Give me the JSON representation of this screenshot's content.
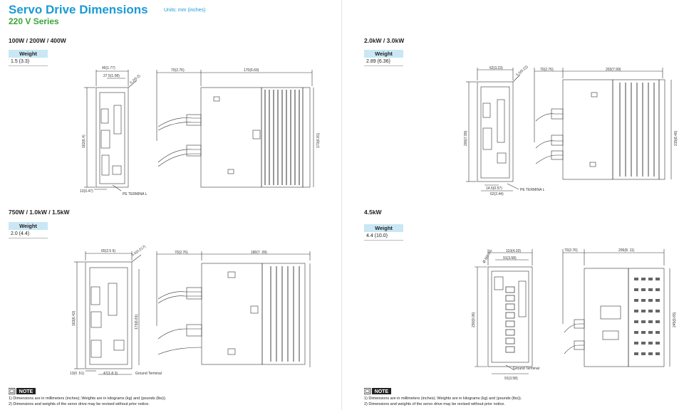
{
  "header": {
    "title": "Servo Drive Dimensions",
    "units": "Units: mm (inches)",
    "series": "220 V Series"
  },
  "weight_label": "Weight",
  "sections": [
    {
      "heading": "100W / 200W / 400W",
      "weight": "1.5 (3.3)",
      "front_dims": {
        "width": "45(1.77)",
        "inner": "27.5(1.08)",
        "hole": "5.2(0.2)",
        "height": "162(6.4)",
        "bottom": "12(0.47)"
      },
      "side_dims": {
        "offset": "70(2.76)",
        "depth": "170(6.69)",
        "height": "173(6.81)"
      },
      "callout": "PE TERMINA L"
    },
    {
      "heading": "2.0kW / 3.0kW",
      "weight": "2.89 (6.36)",
      "front_dims": {
        "width": "62(3.23)",
        "hole": "5.5(0.22)",
        "height": "200(7.99)",
        "inner_a": "14.5(0.57)",
        "inner_b": "62(2.44)"
      },
      "side_dims": {
        "offset": "70(2.76)",
        "depth": "203(7.99)",
        "height": "215(8.46)"
      },
      "callout": "PE TERMINA L"
    },
    {
      "heading": "750W / 1.0kW / 1.5kW",
      "weight": "2.0 (4.4)",
      "front_dims": {
        "width": "65(2.5 6)",
        "hole": "5.5(0.217)",
        "height": "163(6.42)",
        "inner_h": "173(6.81)",
        "bottom": "13(0 .51)",
        "inner_b": "47(1.8 3)"
      },
      "side_dims": {
        "offset": "70(2.76)",
        "depth": "180(7 .09)"
      },
      "callout": "Ground Terminal"
    },
    {
      "heading": "4.5kW",
      "weight": "4.4 (10.0)",
      "front_dims": {
        "width": "110(4.33)",
        "inner": "91(3.58)",
        "hole": "Ø 6(0.24)",
        "height": "230(9.06)",
        "bottom": "91(3.58)"
      },
      "side_dims": {
        "offset": "70(2.76)",
        "depth": "206(8. 11)",
        "height": "245(9.65)"
      },
      "callout": "Ground  Terminal"
    }
  ],
  "note": {
    "label": "NOTE",
    "lines": [
      "1) Dimensions are in millimeters (inches); Weights are in kilograms (kg) and (pounds (lbs)).",
      "2) Dimensions and weights of the servo drive may be revised without prior notice."
    ]
  },
  "colors": {
    "title": "#1a9ad6",
    "series": "#3aa53a",
    "weight_header": "#c9e7f4"
  }
}
